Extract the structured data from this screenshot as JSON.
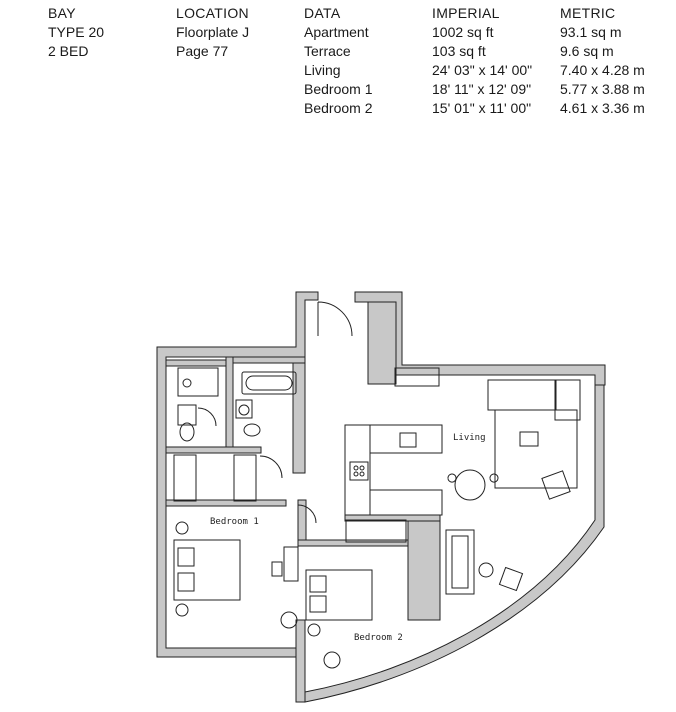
{
  "spec": {
    "col1": [
      "BAY",
      "TYPE 20",
      "2 BED"
    ],
    "col2": [
      "LOCATION",
      "Floorplate J",
      "Page 77"
    ],
    "col3": [
      "DATA",
      "Apartment",
      "Terrace",
      "Living",
      "Bedroom 1",
      "Bedroom 2"
    ],
    "col4": [
      "IMPERIAL",
      "1002 sq ft",
      "103 sq ft",
      "24' 03\" x 14' 00\"",
      "18' 11\" x 12' 09\"",
      "15' 01\" x 11' 00\""
    ],
    "col5": [
      "METRIC",
      "93.1 sq m",
      "9.6 sq m",
      "7.40 x 4.28 m",
      "5.77 x 3.88 m",
      "4.61 x 3.36 m"
    ]
  },
  "plan": {
    "rooms": {
      "living": "Living",
      "bedroom1": "Bedroom 1",
      "bedroom2": "Bedroom 2"
    },
    "colors": {
      "wall": "#c8c8c8",
      "line": "#222222"
    }
  }
}
